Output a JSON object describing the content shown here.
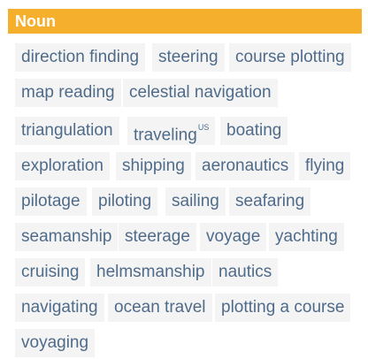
{
  "header": {
    "title": "Noun"
  },
  "colors": {
    "header_bg": "#f6ae2d",
    "header_text": "#ffffff",
    "tag_bg": "#f4f4f4",
    "tag_text": "#4f6b8a"
  },
  "tags": [
    {
      "label": "direction finding"
    },
    {
      "label": "steering"
    },
    {
      "label": "course plotting"
    },
    {
      "label": "map reading"
    },
    {
      "label": "celestial navigation"
    },
    {
      "label": "triangulation"
    },
    {
      "label": "traveling",
      "sup": "US"
    },
    {
      "label": "boating"
    },
    {
      "label": "exploration"
    },
    {
      "label": "shipping"
    },
    {
      "label": "aeronautics"
    },
    {
      "label": "flying"
    },
    {
      "label": "pilotage"
    },
    {
      "label": "piloting"
    },
    {
      "label": "sailing"
    },
    {
      "label": "seafaring"
    },
    {
      "label": "seamanship"
    },
    {
      "label": "steerage"
    },
    {
      "label": "voyage"
    },
    {
      "label": "yachting"
    },
    {
      "label": "cruising"
    },
    {
      "label": "helmsmanship"
    },
    {
      "label": "nautics"
    },
    {
      "label": "navigating"
    },
    {
      "label": "ocean travel"
    },
    {
      "label": "plotting a course"
    },
    {
      "label": "voyaging"
    }
  ]
}
